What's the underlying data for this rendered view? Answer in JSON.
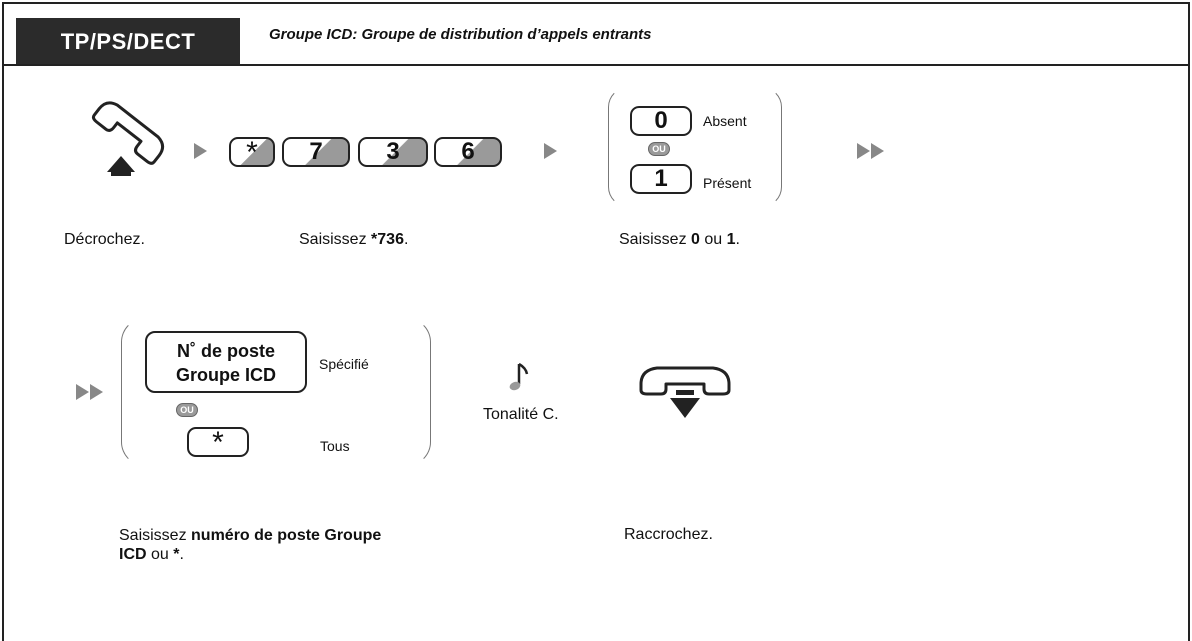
{
  "header": {
    "badge": "TP/PS/DECT",
    "heading": "Groupe ICD: Groupe de distribution d’appels entrants"
  },
  "keys": {
    "star": "*",
    "seq": [
      "7",
      "3",
      "6"
    ],
    "opt0": "0",
    "opt1": "1"
  },
  "options_step": {
    "label0": "Absent",
    "label1": "Présent",
    "ou": "OU"
  },
  "target_step": {
    "ext_line1": "N˚ de poste",
    "ext_line2": "Groupe ICD",
    "specified": "Spécifié",
    "all": "Tous",
    "ou": "OU"
  },
  "tone": {
    "label": "Tonalité C."
  },
  "captions": {
    "offhook": "Décrochez.",
    "enter_prefix": "Saisissez ",
    "enter_code": "736",
    "dot": ".",
    "enter01_prefix": "Saisissez ",
    "enter01_zero": "0",
    "enter01_mid": " ou ",
    "enter01_one": "1",
    "enter_ext_bold1": "numéro de poste Groupe",
    "enter_ext_bold2": "ICD",
    "enter_ext_mid": " ou ",
    "onhook": "Raccrochez."
  },
  "colors": {
    "badge_bg": "#2b2b2b",
    "key_shade": "#9a9a9a",
    "arrow": "#888888"
  },
  "icons": [
    "handset-offhook-icon",
    "handset-onhook-icon",
    "tone-note-icon",
    "play-arrow-icon",
    "double-play-arrow-icon"
  ]
}
